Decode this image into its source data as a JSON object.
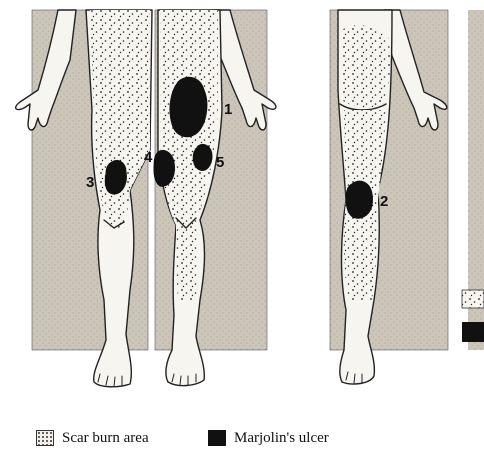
{
  "figure": {
    "lesion_labels": [
      "1",
      "2",
      "3",
      "4",
      "5"
    ],
    "legend": [
      {
        "label": "Scar burn area",
        "pattern": "stipple"
      },
      {
        "label": "Marjolin's ulcer",
        "pattern": "solid"
      }
    ]
  },
  "colors": {
    "background_panel": "#c9c3b8",
    "skin": "#f7f5f0",
    "ulcer": "#111111",
    "outline": "#222222"
  }
}
